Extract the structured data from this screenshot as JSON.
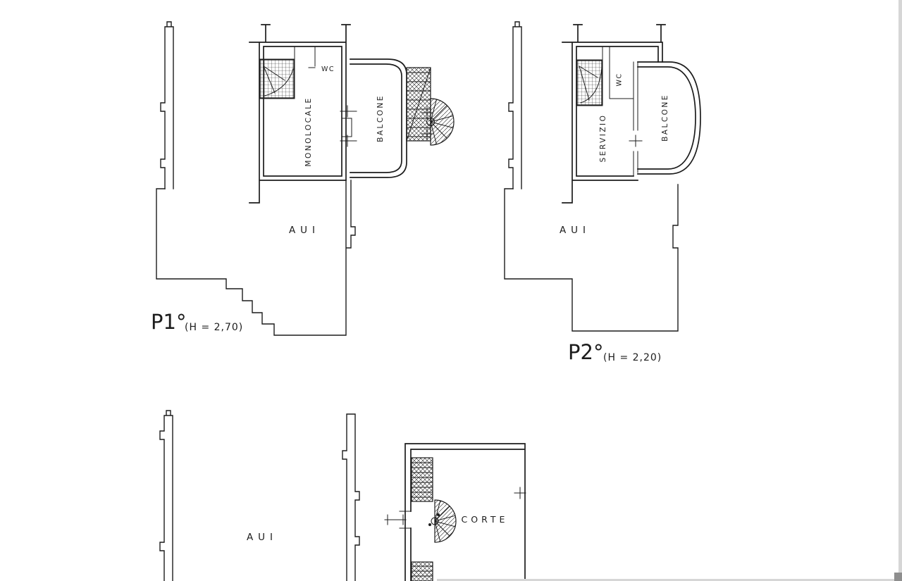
{
  "drawing": {
    "background": "#ffffff",
    "ink": "#1c1c1c",
    "scan_edge_color": "#d6d6d6",
    "scan_corner_color": "#8e8e8e"
  },
  "plan_p1": {
    "name": "P1°",
    "height_note": "(H = 2,70)",
    "room_monolocale": "MONOLOCALE",
    "room_wc": "WC",
    "room_balcone": "BALCONE",
    "area_aui": "AUI"
  },
  "plan_p2": {
    "name": "P2°",
    "height_note": "(H = 2,20)",
    "room_servizio": "SERVIZIO",
    "room_wc": "WC",
    "room_balcone": "BALCONE",
    "area_aui": "AUI"
  },
  "plan_ground": {
    "area_aui": "AUI",
    "area_corte": "CORTE"
  }
}
